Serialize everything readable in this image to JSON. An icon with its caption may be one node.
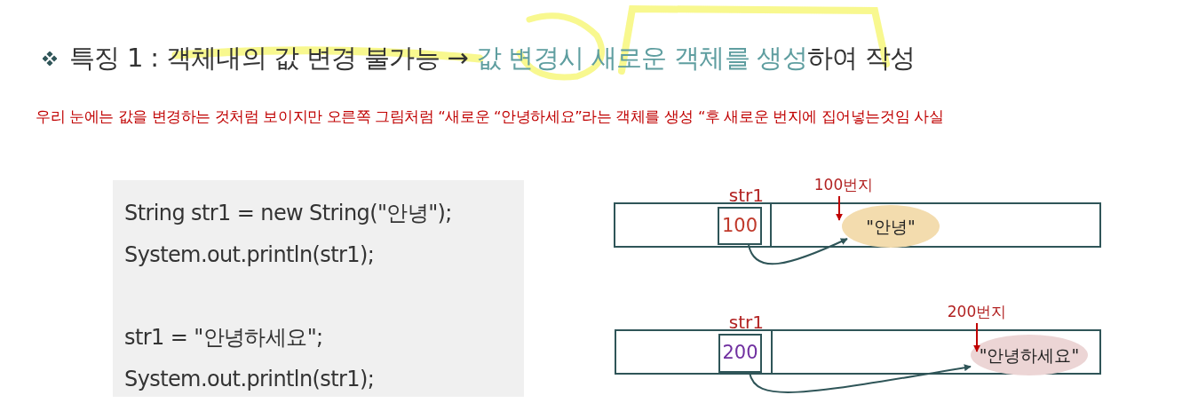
{
  "diagram": {
    "title": "특징 1 : 객체내의 값 변경 불가능 → **값 변경시 새로운 객체를 생성**하여 작성",
    "nodes": [
      {
        "text": [],
        "shape": "box"
      },
      {
        "text": [
          "100"
        ],
        "in": 0,
        "beside": [
          "str1"
        ]
      },
      {
        "text": [
          "100번지"
        ]
      },
      {
        "text": [
          "\"안녕\""
        ],
        "in": 0
      },
      {
        "text": [],
        "shape": "box"
      },
      {
        "text": [
          "200"
        ],
        "in": 4,
        "beside": [
          "str1"
        ]
      },
      {
        "text": [
          "200번지"
        ]
      },
      {
        "text": [
          "\"안녕하세요\""
        ],
        "in": 4
      },
      {
        "text": [
          "String str1 = new String(\"안녕\");",
          "System.out.println(str1);",
          "str1 = \"안녕하세요\";",
          "System.out.println(str1);"
        ]
      }
    ],
    "edges": [
      {
        "from": 1,
        "to": 3,
        "arrow": "to"
      },
      {
        "from": 2,
        "to": 3,
        "arrow": "to",
        "color": "#c00000"
      },
      {
        "from": 5,
        "to": 7,
        "arrow": "to"
      },
      {
        "from": 6,
        "to": 7,
        "arrow": "to",
        "color": "#c00000"
      }
    ],
    "labels": [
      "우리 눈에는 값을 변경하는 것처럼 보이지만 오른쪽 그림처럼 “새로운 “안녕하세요”라는 객체를 생성 “후 새로운 번지에 집어넣는것임 사실"
    ]
  }
}
